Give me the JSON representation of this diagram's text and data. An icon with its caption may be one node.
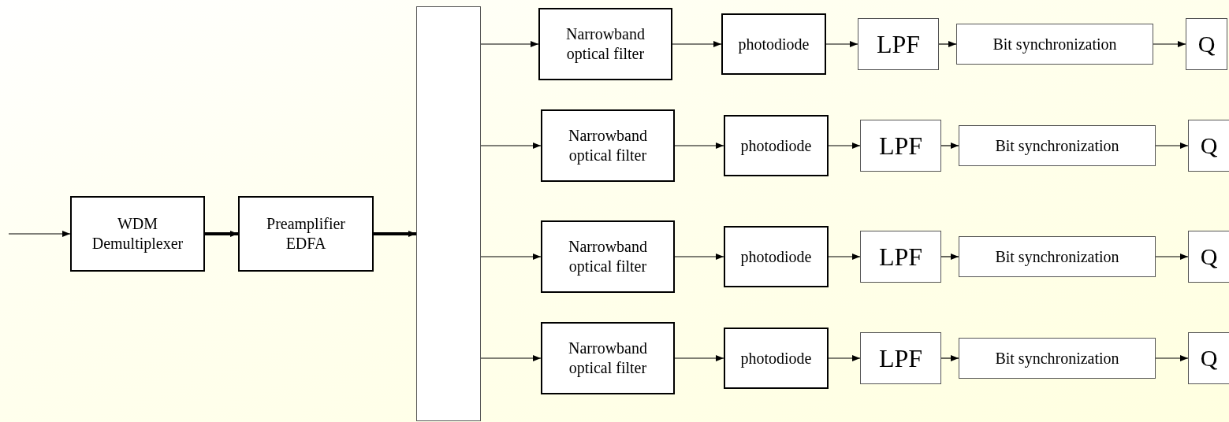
{
  "diagram": {
    "nodes": [
      {
        "text": [
          "WDM Demultiplexer"
        ]
      },
      {
        "text": [
          "Preamplifier EDFA"
        ]
      },
      {
        "text": [],
        "shape": "box"
      },
      {
        "text": [
          "Narrowband optical filter"
        ]
      },
      {
        "text": [
          "photodiode"
        ]
      },
      {
        "text": [
          "LPF"
        ]
      },
      {
        "text": [
          "Bit synchronization"
        ]
      },
      {
        "text": [
          "Q"
        ]
      },
      {
        "text": [
          "Narrowband optical filter"
        ]
      },
      {
        "text": [
          "photodiode"
        ]
      },
      {
        "text": [
          "LPF"
        ]
      },
      {
        "text": [
          "Bit synchronization"
        ]
      },
      {
        "text": [
          "Q"
        ]
      },
      {
        "text": [
          "Narrowband optical filter"
        ]
      },
      {
        "text": [
          "photodiode"
        ]
      },
      {
        "text": [
          "LPF"
        ]
      },
      {
        "text": [
          "Bit synchronization"
        ]
      },
      {
        "text": [
          "Q"
        ]
      },
      {
        "text": [
          "Narrowband optical filter"
        ]
      },
      {
        "text": [
          "photodiode"
        ]
      },
      {
        "text": [
          "LPF"
        ]
      },
      {
        "text": [
          "Bit synchronization"
        ]
      },
      {
        "text": [
          "Q"
        ]
      }
    ],
    "edges": [
      {
        "from": null,
        "to": 0,
        "arrow": "to"
      },
      {
        "from": 0,
        "to": 1,
        "arrow": "to",
        "style": "thick"
      },
      {
        "from": 1,
        "to": 2,
        "arrow": "to",
        "style": "thick"
      },
      {
        "from": 2,
        "to": 3,
        "arrow": "to"
      },
      {
        "from": 2,
        "to": 8,
        "arrow": "to"
      },
      {
        "from": 2,
        "to": 13,
        "arrow": "to"
      },
      {
        "from": 2,
        "to": 18,
        "arrow": "to"
      },
      {
        "from": 3,
        "to": 4,
        "arrow": "to"
      },
      {
        "from": 4,
        "to": 5,
        "arrow": "to"
      },
      {
        "from": 5,
        "to": 6,
        "arrow": "to"
      },
      {
        "from": 6,
        "to": 7,
        "arrow": "to"
      },
      {
        "from": 8,
        "to": 9,
        "arrow": "to"
      },
      {
        "from": 9,
        "to": 10,
        "arrow": "to"
      },
      {
        "from": 10,
        "to": 11,
        "arrow": "to"
      },
      {
        "from": 11,
        "to": 12,
        "arrow": "to"
      },
      {
        "from": 13,
        "to": 14,
        "arrow": "to"
      },
      {
        "from": 14,
        "to": 15,
        "arrow": "to"
      },
      {
        "from": 15,
        "to": 16,
        "arrow": "to"
      },
      {
        "from": 16,
        "to": 17,
        "arrow": "to"
      },
      {
        "from": 18,
        "to": 19,
        "arrow": "to"
      },
      {
        "from": 19,
        "to": 20,
        "arrow": "to"
      },
      {
        "from": 20,
        "to": 21,
        "arrow": "to"
      },
      {
        "from": 21,
        "to": 22,
        "arrow": "to"
      }
    ]
  }
}
